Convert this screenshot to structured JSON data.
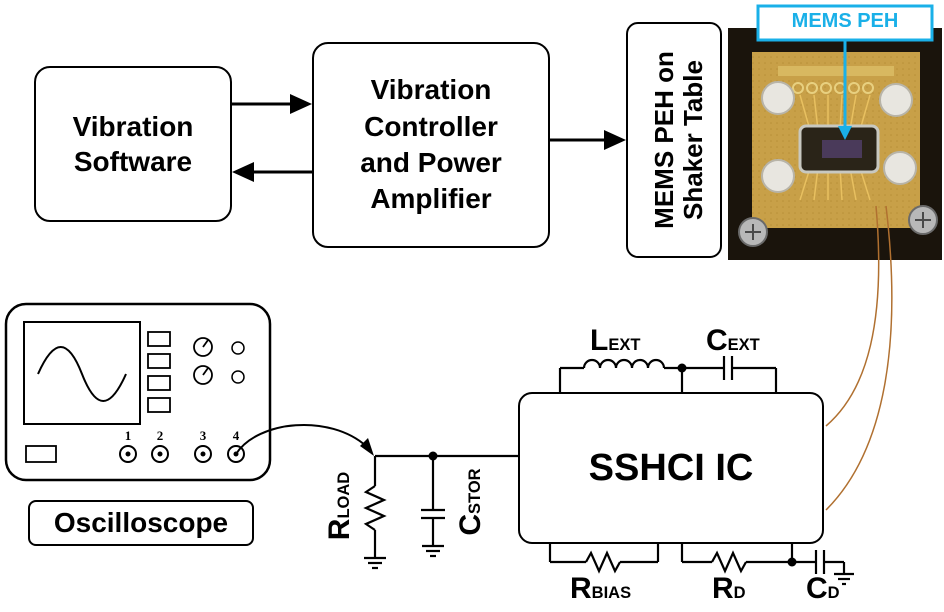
{
  "blocks": {
    "software": [
      "Vibration",
      "Software"
    ],
    "controller": [
      "Vibration",
      "Controller",
      "and Power",
      "Amplifier"
    ],
    "shaker": [
      "MEMS PEH on",
      "Shaker Table"
    ],
    "ic": "SSHCI IC",
    "scope": "Oscilloscope"
  },
  "photo": {
    "callout": "MEMS PEH"
  },
  "scope_channels": [
    "1",
    "2",
    "3",
    "4"
  ],
  "components": {
    "l_ext": {
      "main": "L",
      "sub": "EXT"
    },
    "c_ext": {
      "main": "C",
      "sub": "EXT"
    },
    "r_load": {
      "main": "R",
      "sub": "LOAD"
    },
    "c_stor": {
      "main": "C",
      "sub": "STOR"
    },
    "r_bias": {
      "main": "R",
      "sub": "BIAS"
    },
    "r_d": {
      "main": "R",
      "sub": "D"
    },
    "c_d": {
      "main": "C",
      "sub": "D"
    }
  },
  "colors": {
    "callout": "#1ab0e8",
    "wire_peh": "#b07030",
    "pcb": "#c8a048",
    "frame": "#1a140c"
  }
}
